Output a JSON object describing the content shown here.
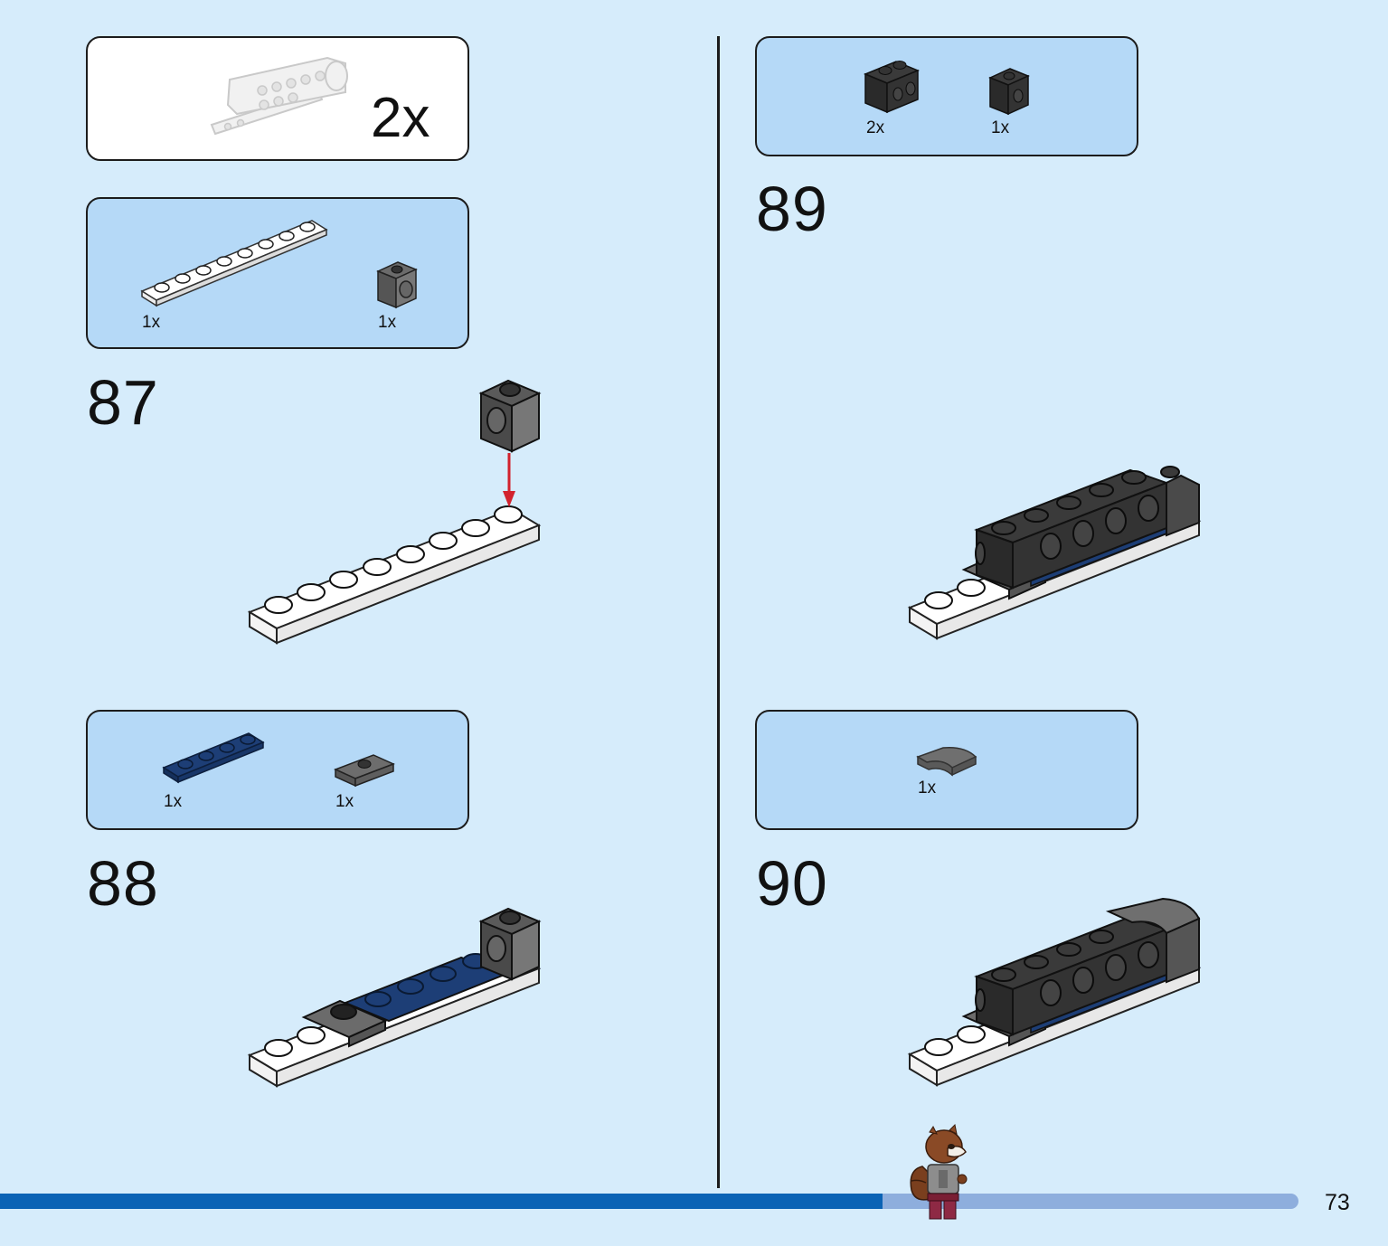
{
  "submodel_callout": {
    "multiplier": "2x"
  },
  "steps": [
    {
      "number": "87",
      "parts": [
        {
          "name": "white-plate-1x8-icon",
          "quantity": "1x"
        },
        {
          "name": "dark-grey-technic-brick-1x1-icon",
          "quantity": "1x"
        }
      ]
    },
    {
      "number": "88",
      "parts": [
        {
          "name": "dark-blue-plate-1x4-icon",
          "quantity": "1x"
        },
        {
          "name": "dark-grey-jumper-plate-icon",
          "quantity": "1x"
        }
      ]
    },
    {
      "number": "89",
      "parts": [
        {
          "name": "black-brick-with-studs-on-side-icon",
          "quantity": "2x"
        },
        {
          "name": "black-brick-1x1-with-side-stud-icon",
          "quantity": "1x"
        }
      ]
    },
    {
      "number": "90",
      "parts": [
        {
          "name": "dark-grey-curved-slope-icon",
          "quantity": "1x"
        }
      ]
    }
  ],
  "page": {
    "number": "73",
    "progress": 0.68
  },
  "colors": {
    "background": "#d6ecfb",
    "parts_panel": "#b5d9f7",
    "progress_done": "#0b63b5",
    "progress_remaining": "#8eaedd",
    "arrow": "#d2222d"
  }
}
